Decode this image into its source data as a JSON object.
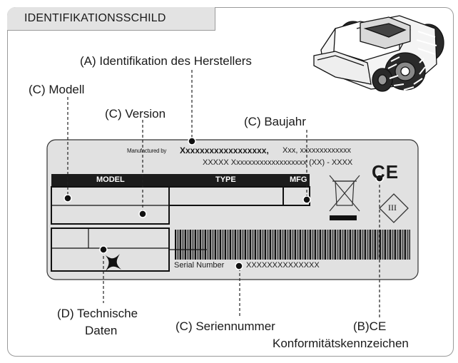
{
  "header": {
    "title": "IDENTIFIKATIONSSCHILD"
  },
  "callouts": {
    "manufacturer": "(A) Identifikation des Herstellers",
    "model": "(C) Modell",
    "version": "(C) Version",
    "year": "(C) Baujahr",
    "tech_line1": "(D) Technische",
    "tech_line2": "Daten",
    "serial": "(C) Seriennummer",
    "ce_line1": "(B)CE",
    "ce_line2": "Konformitätskennzeichen"
  },
  "plate": {
    "manufactured_by": "Manufactured by",
    "manufacturer_name": "Xxxxxxxxxxxxxxxxxx,",
    "address_1": "Xxx, xxxxxxxxxxxxx",
    "address_2": "XXXXX Xxxxxxxxxxxxxxxxxxx (XX) - XXXX",
    "col_model": "MODEL",
    "col_type": "TYPE",
    "col_mfg": "MFG",
    "serial_label": "Serial Number",
    "serial_value": "XXXXXXXXXXXXXX",
    "ce_mark": "CE",
    "class_mark": "III"
  }
}
